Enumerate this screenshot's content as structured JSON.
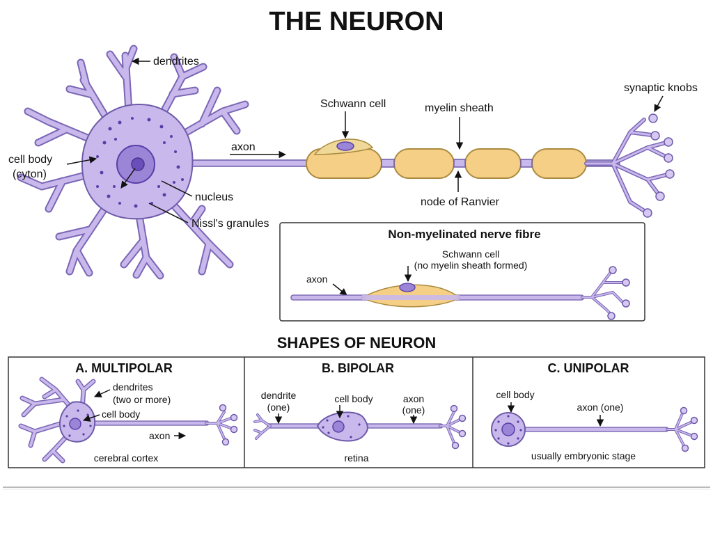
{
  "title": "THE NEURON",
  "main_neuron": {
    "labels": {
      "dendrites": "dendrites",
      "cell_body_line1": "cell body",
      "cell_body_line2": "(cyton)",
      "nucleus": "nucleus",
      "nissl": "Nissl's granules",
      "axon": "axon",
      "schwann_cell": "Schwann cell",
      "myelin_sheath": "myelin sheath",
      "node_of_ranvier": "node of Ranvier",
      "synaptic_knobs": "synaptic knobs"
    }
  },
  "non_myelinated": {
    "title": "Non-myelinated nerve fibre",
    "schwann_line1": "Schwann cell",
    "schwann_line2": "(no myelin sheath formed)",
    "axon": "axon"
  },
  "shapes": {
    "title": "SHAPES OF NEURON",
    "panels": [
      {
        "title": "A.  MULTIPOLAR",
        "dendrites_line1": "dendrites",
        "dendrites_line2": "(two or more)",
        "cell_body": "cell body",
        "axon": "axon",
        "example": "cerebral cortex"
      },
      {
        "title": "B.  BIPOLAR",
        "dendrite_line1": "dendrite",
        "dendrite_line2": "(one)",
        "cell_body": "cell body",
        "axon_line1": "axon",
        "axon_line2": "(one)",
        "example": "retina"
      },
      {
        "title": "C.  UNIPOLAR",
        "cell_body": "cell body",
        "axon": "axon (one)",
        "example": "usually embryonic stage"
      }
    ]
  },
  "colors": {
    "neuron": "#c9b8ec",
    "neuron_outline": "#6d5aa8",
    "myelin": "#f6cf86",
    "nucleus": "#9b85d6"
  }
}
